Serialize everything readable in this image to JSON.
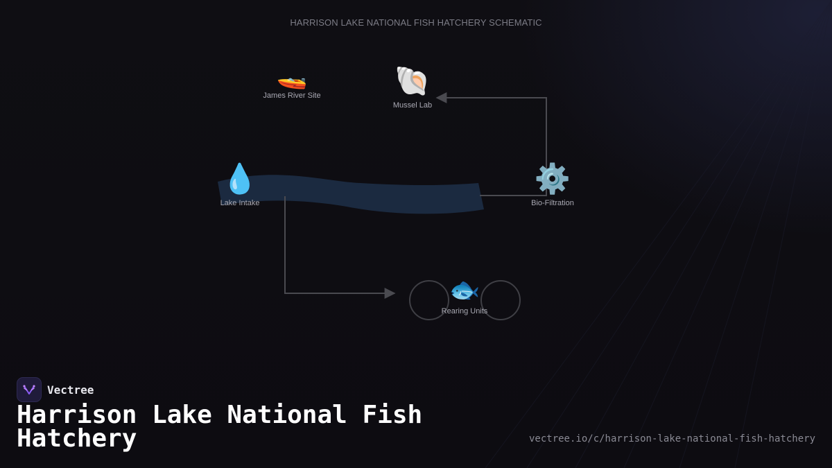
{
  "diagram": {
    "title": "HARRISON LAKE NATIONAL FISH HATCHERY SCHEMATIC",
    "nodes": {
      "james_river": {
        "label": "James River Site",
        "icon": "speedboat-icon",
        "glyph": "🚤"
      },
      "mussel_lab": {
        "label": "Mussel Lab",
        "icon": "spiral-shell-icon",
        "glyph": "🐚"
      },
      "lake_intake": {
        "label": "Lake Intake",
        "icon": "droplet-icon",
        "glyph": "💧"
      },
      "bio_filtration": {
        "label": "Bio-Filtration",
        "icon": "gear-icon",
        "glyph": "⚙️"
      },
      "rearing_units": {
        "label": "Rearing Units",
        "icon": "fish-icon",
        "glyph": "🐟"
      }
    },
    "colors": {
      "stream": "#1b2a40",
      "connector": "#4a4a50",
      "tank_outline": "#3f3f45"
    }
  },
  "brand": {
    "name": "Vectree",
    "logo_icon": "vectree-logo-icon"
  },
  "page_title": "Harrison Lake National Fish Hatchery",
  "url": "vectree.io/c/harrison-lake-national-fish-hatchery"
}
